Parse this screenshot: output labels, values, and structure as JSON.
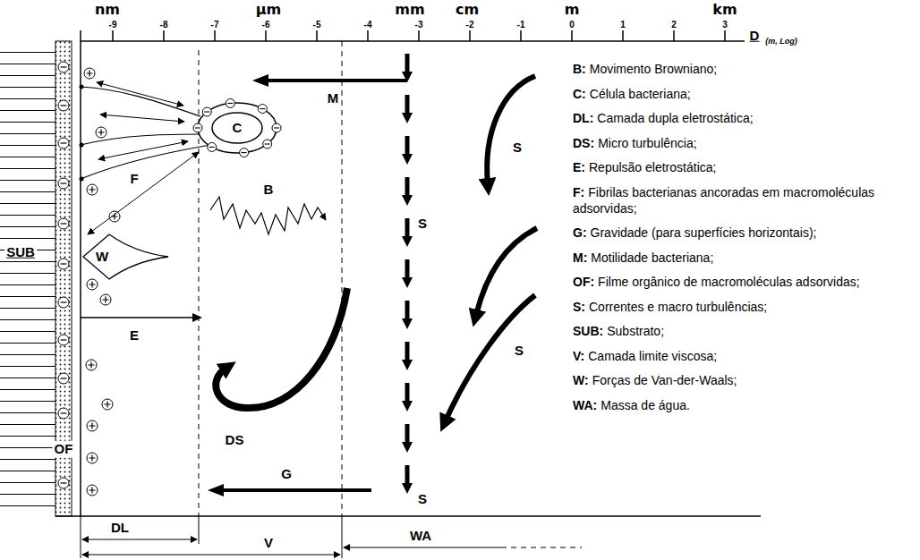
{
  "diagram": {
    "nodes": [
      {
        "text": [
          "C"
        ]
      }
    ],
    "labels": [
      "nm",
      "μm",
      "mm",
      "cm",
      "m",
      "km",
      "-9",
      "-8",
      "-7",
      "-6",
      "-5",
      "-4",
      "-3",
      "-2",
      "-1",
      "0",
      "1",
      "2",
      "3",
      "D",
      "(m, Log)",
      "M",
      "F",
      "B",
      "W",
      "E",
      "SUB",
      "OF",
      "DS",
      "G",
      "S",
      "S",
      "S",
      "S",
      "DL",
      "V",
      "WA",
      "B:",
      "Movimento Browniano;",
      "C:",
      "Célula bacteriana;",
      "DL:",
      "Camada dupla eletrostática;",
      "DS:",
      "Micro turbulência;",
      "E:",
      "Repulsão eletrostática;",
      "F:",
      "Fibrilas bacterianas ancoradas em macromoléculas adsorvidas;",
      "G:",
      "Gravidade (para superfícies horizontais);",
      "M:",
      "Motilidade bacteriana;",
      "OF:",
      "Filme orgânico de macromoléculas adsorvidas;",
      "S:",
      "Correntes e macro turbulências;",
      "SUB:",
      "Substrato;",
      "V:",
      "Camada limite viscosa;",
      "W:",
      "Forças de Van-der-Waals;",
      "WA:",
      "Massa de água."
    ]
  }
}
